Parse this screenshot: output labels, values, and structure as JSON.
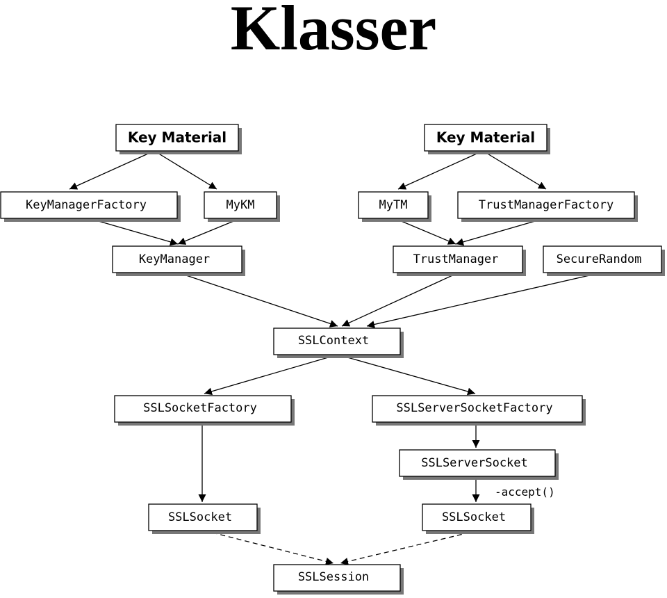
{
  "title": "Klasser",
  "nodes": {
    "km1": "Key Material",
    "km2": "Key Material",
    "kmf": "KeyManagerFactory",
    "mykm": "MyKM",
    "mytm": "MyTM",
    "tmf": "TrustManagerFactory",
    "keymanager": "KeyManager",
    "trustmanager": "TrustManager",
    "securerandom": "SecureRandom",
    "sslcontext": "SSLContext",
    "sslsocketfactory": "SSLSocketFactory",
    "sslserversocketfactory": "SSLServerSocketFactory",
    "sslserversocket": "SSLServerSocket",
    "sslsocket_left": "SSLSocket",
    "sslsocket_right": "SSLSocket",
    "sslsession": "SSLSession"
  },
  "edge_labels": {
    "accept": "-accept()"
  }
}
